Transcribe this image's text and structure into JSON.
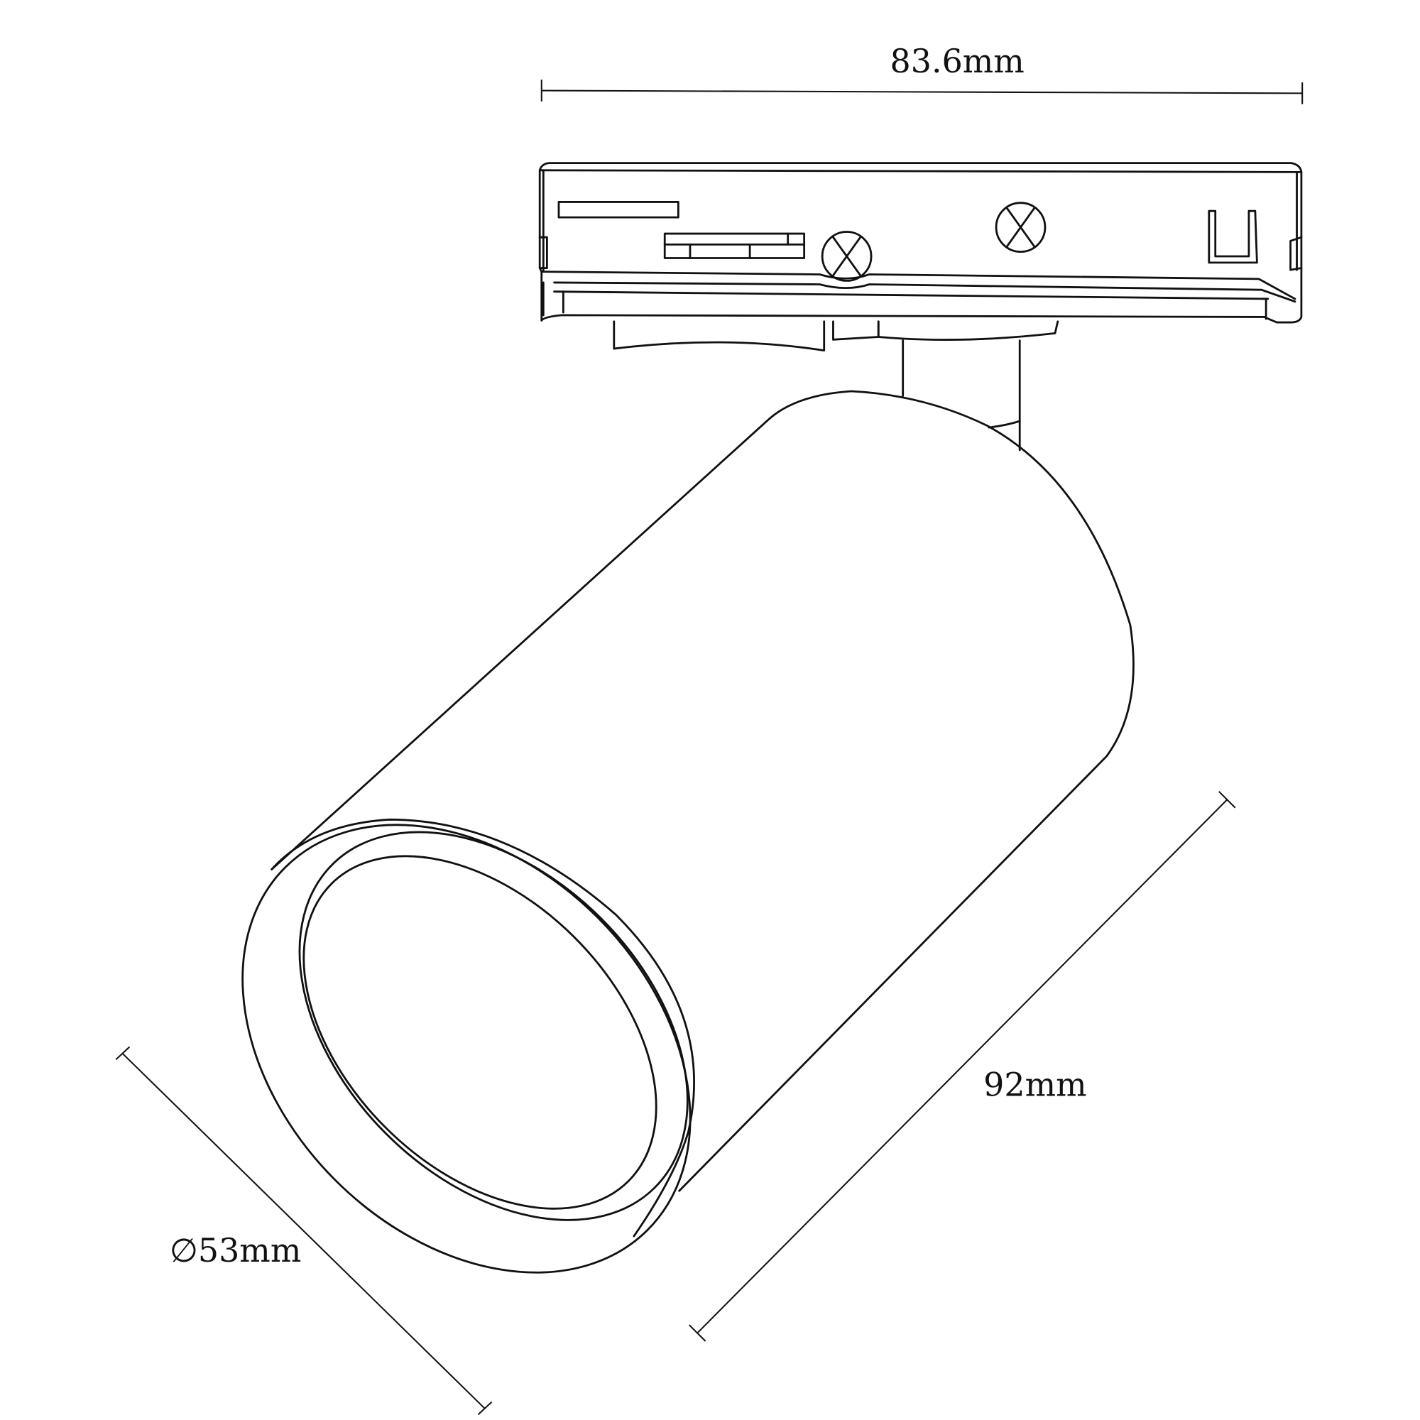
{
  "dimensions": {
    "width_label": "83.6mm",
    "length_label": "92mm",
    "diameter_label": "∅53mm"
  },
  "colors": {
    "line": "#111111",
    "background": "#ffffff"
  }
}
